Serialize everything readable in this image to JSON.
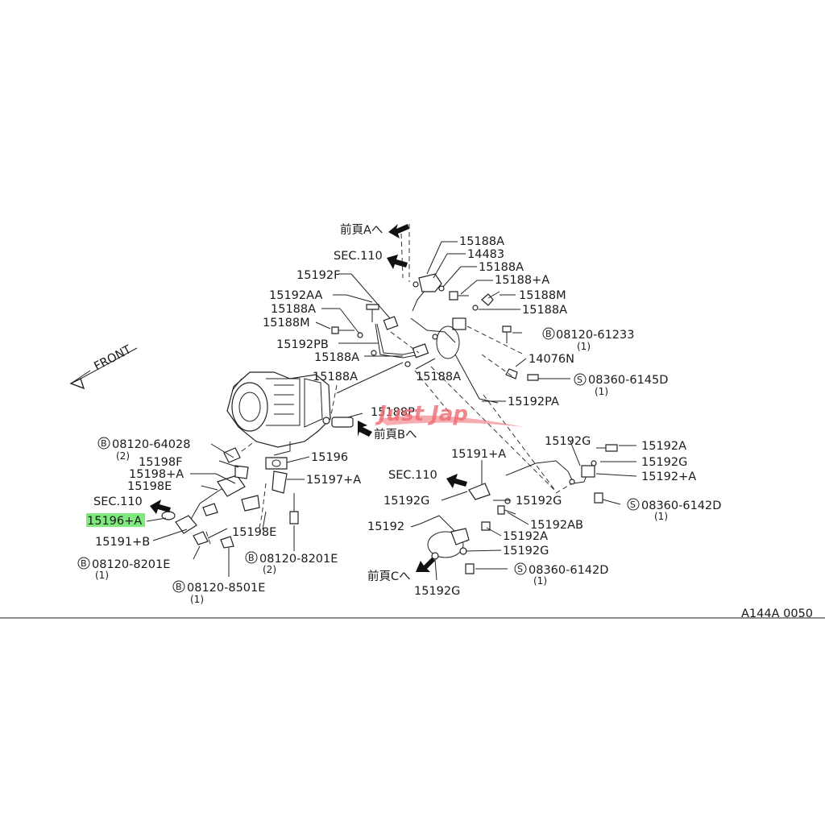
{
  "labels": {
    "zen_a": "前頁Aへ",
    "sec110_top": "SEC.110",
    "p15188A_1": "15188A",
    "p14483": "14483",
    "p15188A_2": "15188A",
    "p15188_A": "15188+A",
    "p15188M_r": "15188M",
    "p15188A_3": "15188A",
    "p15192F": "15192F",
    "p15192AA": "15192AA",
    "p15188A_l": "15188A",
    "p15188M_l": "15188M",
    "b08120_61233": "08120-61233",
    "b08120_61233_q": "(1)",
    "p15192PB": "15192PB",
    "p15188A_l2": "15188A",
    "p14076N": "14076N",
    "p15188A_c": "15188A",
    "p15188A_c2": "15188A",
    "s08360_6145D": "08360-6145D",
    "s08360_6145D_q": "(1)",
    "p15192PA": "15192PA",
    "p15188P": "15188P",
    "zen_b": "前頁Bへ",
    "b08120_64028": "08120-64028",
    "b08120_64028_q": "(2)",
    "p15196": "15196",
    "p15198F": "15198F",
    "p15198_A": "15198+A",
    "p15198E": "15198E",
    "p15197_A": "15197+A",
    "sec110_left": "SEC.110",
    "p15196_A": "15196+A",
    "p15198E_2": "15198E",
    "p15191_B": "15191+B",
    "b08120_8201E_2": "08120-8201E",
    "b08120_8201E_2_q": "(2)",
    "b08120_8201E_1": "08120-8201E",
    "b08120_8201E_1_q": "(1)",
    "b08120_8501E": "08120-8501E",
    "b08120_8501E_q": "(1)",
    "p15192G_t": "15192G",
    "p15192A_r": "15192A",
    "p15192G_r": "15192G",
    "p15192_A_r": "15192+A",
    "p15191_A": "15191+A",
    "sec110_mid": "SEC.110",
    "p15192G_m": "15192G",
    "p15192G_m2": "15192G",
    "s08360_6142D_1": "08360-6142D",
    "s08360_6142D_1_q": "(1)",
    "p15192": "15192",
    "p15192AB": "15192AB",
    "p15192A_b": "15192A",
    "p15192G_b": "15192G",
    "zen_c": "前頁Cへ",
    "s08360_6142D_2": "08360-6142D",
    "s08360_6142D_2_q": "(1)",
    "p15192G_bb": "15192G",
    "front": "FRONT",
    "code": "A144A 0050",
    "circle_b": "B",
    "circle_s": "S"
  },
  "watermark": "Just Jap",
  "colors": {
    "highlight": "#7fe87f",
    "watermark": "#ef6a72",
    "ink": "#1a1a1a"
  }
}
